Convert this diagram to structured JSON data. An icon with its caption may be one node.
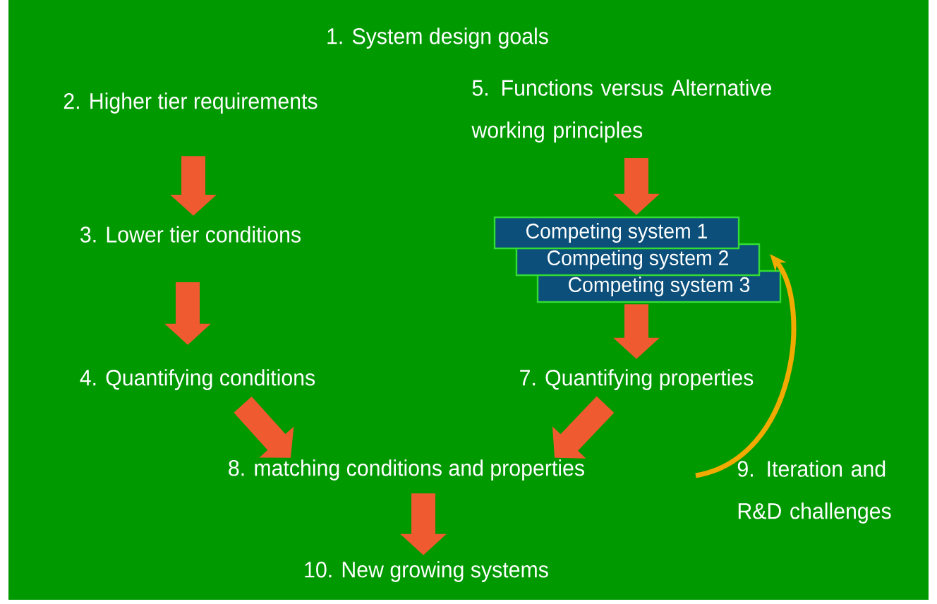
{
  "diagram": {
    "title": "1. System design goals",
    "nodes": [
      {
        "text": [
          "2. Higher tier requirements"
        ]
      },
      {
        "text": [
          "3. Lower tier conditions"
        ]
      },
      {
        "text": [
          "4. Quantifying conditions"
        ]
      },
      {
        "text": [
          "5. Functions versus Alternative working principles"
        ]
      },
      {
        "text": [
          "Competing system 1"
        ]
      },
      {
        "text": [
          "Competing system 2"
        ]
      },
      {
        "text": [
          "Competing system 3"
        ]
      },
      {
        "text": [
          "7. Quantifying properties"
        ]
      },
      {
        "text": [
          "8. matching conditions and properties"
        ]
      },
      {
        "text": [
          "9. Iteration and R&D challenges"
        ]
      },
      {
        "text": [
          "10. New growing systems"
        ]
      }
    ],
    "edges": [
      {
        "from": 0,
        "to": 1,
        "arrow": "to"
      },
      {
        "from": 1,
        "to": 2,
        "arrow": "to"
      },
      {
        "from": 2,
        "to": 8,
        "arrow": "to"
      },
      {
        "from": 3,
        "to": 4,
        "arrow": "to"
      },
      {
        "from": 6,
        "to": 7,
        "arrow": "to"
      },
      {
        "from": 7,
        "to": 8,
        "arrow": "to"
      },
      {
        "from": 8,
        "to": 10,
        "arrow": "to"
      },
      {
        "from": 9,
        "to": 5,
        "arrow": "to",
        "color": "#f0aa00"
      }
    ]
  }
}
